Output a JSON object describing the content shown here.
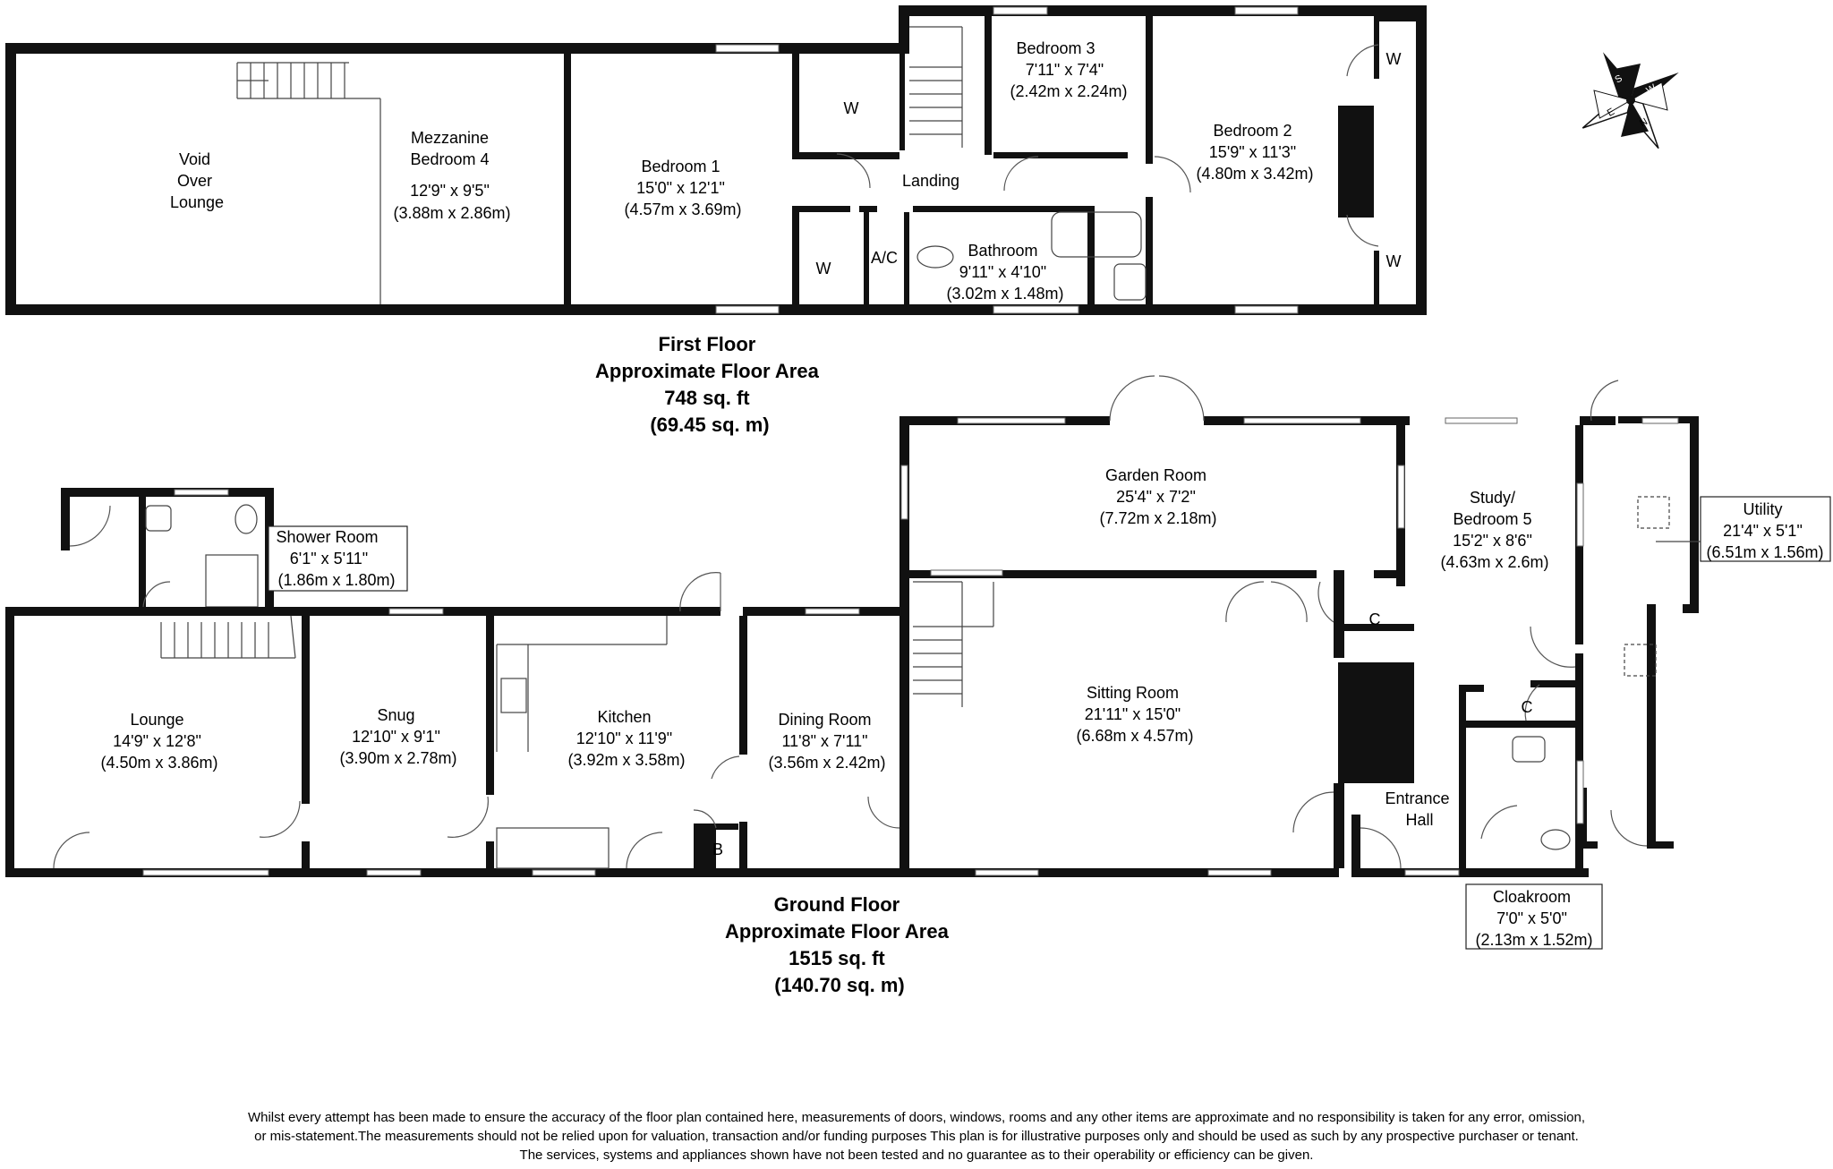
{
  "first_floor": {
    "title": [
      "First Floor",
      "Approximate Floor Area",
      "748 sq. ft",
      "(69.45 sq. m)"
    ],
    "rooms": {
      "void": [
        "Void",
        "Over",
        "Lounge"
      ],
      "mezzanine": [
        "Mezzanine",
        "Bedroom 4",
        "12'9\" x 9'5\"",
        "(3.88m x 2.86m)"
      ],
      "bedroom1": [
        "Bedroom 1",
        "15'0\" x 12'1\"",
        "(4.57m x 3.69m)"
      ],
      "landing": [
        "Landing"
      ],
      "bedroom3": [
        "Bedroom 3",
        "7'11\" x 7'4\"",
        "(2.42m x 2.24m)"
      ],
      "bedroom2": [
        "Bedroom 2",
        "15'9\" x 11'3\"",
        "(4.80m x 3.42m)"
      ],
      "bathroom": [
        "Bathroom",
        "9'11\" x 4'10\"",
        "(3.02m x 1.48m)"
      ],
      "wardrobe_label": "W",
      "airing_label": "A/C"
    }
  },
  "ground_floor": {
    "title": [
      "Ground Floor",
      "Approximate Floor Area",
      "1515 sq. ft",
      "(140.70 sq. m)"
    ],
    "rooms": {
      "shower": [
        "Shower Room",
        "6'1\" x 5'11\"",
        "(1.86m x 1.80m)"
      ],
      "lounge": [
        "Lounge",
        "14'9\" x 12'8\"",
        "(4.50m x 3.86m)"
      ],
      "snug": [
        "Snug",
        "12'10\" x 9'1\"",
        "(3.90m x 2.78m)"
      ],
      "kitchen": [
        "Kitchen",
        "12'10\" x 11'9\"",
        "(3.92m x 3.58m)"
      ],
      "dining": [
        "Dining Room",
        "11'8\" x 7'11\"",
        "(3.56m x 2.42m)"
      ],
      "garden": [
        "Garden Room",
        "25'4\" x 7'2\"",
        "(7.72m x 2.18m)"
      ],
      "sitting": [
        "Sitting Room",
        "21'11\" x 15'0\"",
        "(6.68m x 4.57m)"
      ],
      "study": [
        "Study/",
        "Bedroom 5",
        "15'2\" x 8'6\"",
        "(4.63m x 2.6m)"
      ],
      "utility": [
        "Utility",
        "21'4\" x 5'1\"",
        "(6.51m x 1.56m)"
      ],
      "entrance": [
        "Entrance",
        "Hall"
      ],
      "cloakroom": [
        "Cloakroom",
        "7'0\" x 5'0\"",
        "(2.13m x 1.52m)"
      ],
      "cupboard_label": "C",
      "boiler_label": "B"
    }
  },
  "compass": {
    "letters": [
      "S",
      "E",
      "N",
      "W"
    ],
    "icon": "compass-rose-icon"
  },
  "disclaimer": [
    "Whilst every attempt has been made to ensure the accuracy of the floor plan contained here, measurements of doors, windows, rooms and any other items are approximate and no responsibility is taken for any error, omission,",
    "or mis-statement.The measurements should not be relied upon for valuation, transaction and/or funding purposes This plan is for illustrative purposes only and should be used as such by any prospective purchaser or tenant.",
    "The services, systems and appliances shown have not been tested and no guarantee as to their operability or efficiency can be given."
  ]
}
